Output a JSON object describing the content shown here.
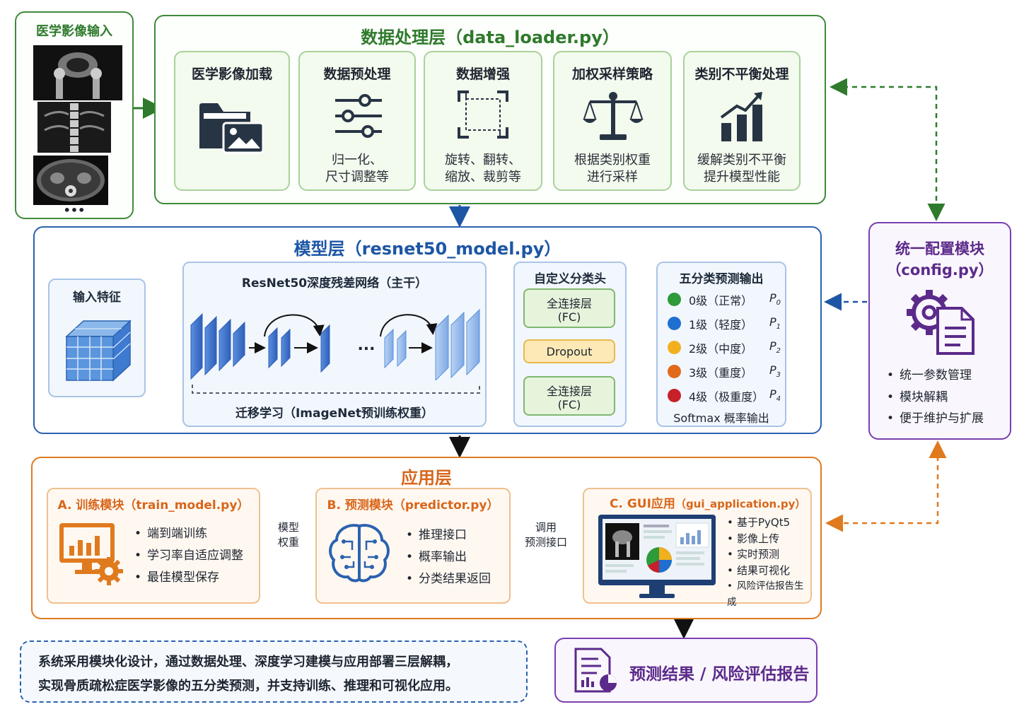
{
  "input": {
    "title": "医学影像输入",
    "more": "•••"
  },
  "data_layer": {
    "title": "数据处理层（data_loader.py）",
    "cards": [
      {
        "title": "医学影像加载",
        "desc1": "",
        "desc2": ""
      },
      {
        "title": "数据预处理",
        "desc1": "归一化、",
        "desc2": "尺寸调整等"
      },
      {
        "title": "数据增强",
        "desc1": "旋转、翻转、",
        "desc2": "缩放、裁剪等"
      },
      {
        "title": "加权采样策略",
        "desc1": "根据类别权重",
        "desc2": "进行采样"
      },
      {
        "title": "类别不平衡处理",
        "desc1": "缓解类别不平衡",
        "desc2": "提升模型性能"
      }
    ]
  },
  "model_layer": {
    "title": "模型层（resnet50_model.py）",
    "input_feature": "输入特征",
    "backbone_title": "ResNet50深度残差网络（主干）",
    "ellipsis": "...",
    "transfer": "迁移学习（ImageNet预训练权重）",
    "head_title": "自定义分类头",
    "fc1_line1": "全连接层",
    "fc1_line2": "(FC)",
    "dropout": "Dropout",
    "fc2_line1": "全连接层",
    "fc2_line2": "(FC)",
    "output_title": "五分类预测输出",
    "classes": [
      {
        "label": "0级（正常）",
        "p": "P",
        "sub": "0",
        "color": "#2e9a3a"
      },
      {
        "label": "1级（轻度）",
        "p": "P",
        "sub": "1",
        "color": "#1f6fd1"
      },
      {
        "label": "2级（中度）",
        "p": "P",
        "sub": "2",
        "color": "#f2b01e"
      },
      {
        "label": "3级（重度）",
        "p": "P",
        "sub": "3",
        "color": "#e06a1a"
      },
      {
        "label": "4级（极重度）",
        "p": "P",
        "sub": "4",
        "color": "#c8202a"
      }
    ],
    "softmax": "Softmax 概率输出"
  },
  "app_layer": {
    "title": "应用层",
    "train": {
      "title": "A. 训练模块（train_model.py）",
      "items": [
        "端到端训练",
        "学习率自适应调整",
        "最佳模型保存"
      ]
    },
    "predict": {
      "title": "B. 预测模块（predictor.py）",
      "items": [
        "推理接口",
        "概率输出",
        "分类结果返回"
      ]
    },
    "gui": {
      "title": "C. GUI应用",
      "file": "（gui_application.py）",
      "items": [
        "基于PyQt5",
        "影像上传",
        "实时预测",
        "结果可视化",
        "风险评估报告生成"
      ]
    },
    "link1_line1": "模型",
    "link1_line2": "权重",
    "link2_line1": "调用",
    "link2_line2": "预测接口"
  },
  "config": {
    "title1": "统一配置模块",
    "title2": "（config.py）",
    "items": [
      "统一参数管理",
      "模块解耦",
      "便于维护与扩展"
    ]
  },
  "summary": {
    "line1": "系统采用模块化设计，通过数据处理、深度学习建模与应用部署三层解耦，",
    "line2": "实现骨质疏松症医学影像的五分类预测，并支持训练、推理和可视化应用。"
  },
  "result": {
    "title": "预测结果 / 风险评估报告"
  },
  "colors": {
    "green": "#3f8a3a",
    "blue": "#2b62b0",
    "orange": "#e07a1f",
    "purple": "#7a3fb0"
  }
}
